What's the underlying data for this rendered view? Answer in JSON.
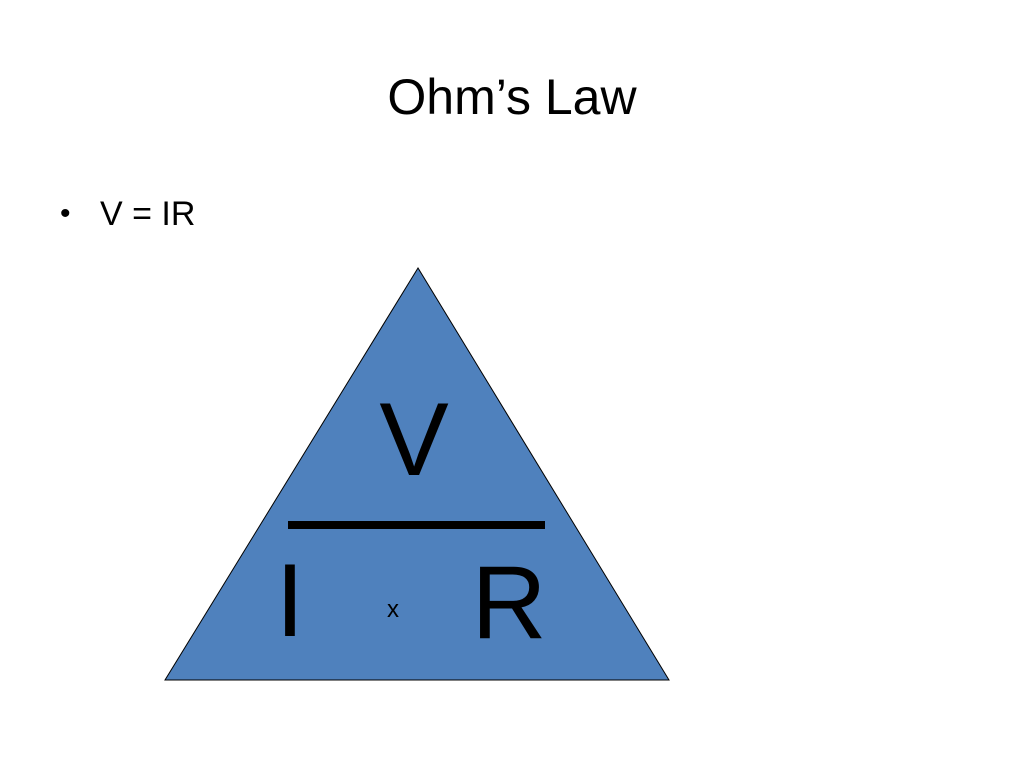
{
  "slide": {
    "title": "Ohm’s Law",
    "bullets": [
      {
        "symbol": "•",
        "text": "V = IR"
      }
    ]
  },
  "diagram": {
    "top_label": "V",
    "bottom_left_label": "I",
    "bottom_middle_label": "x",
    "bottom_right_label": "R",
    "fill_color": "#4f81bd",
    "stroke_color": "#000000",
    "divider_color": "#000000"
  }
}
